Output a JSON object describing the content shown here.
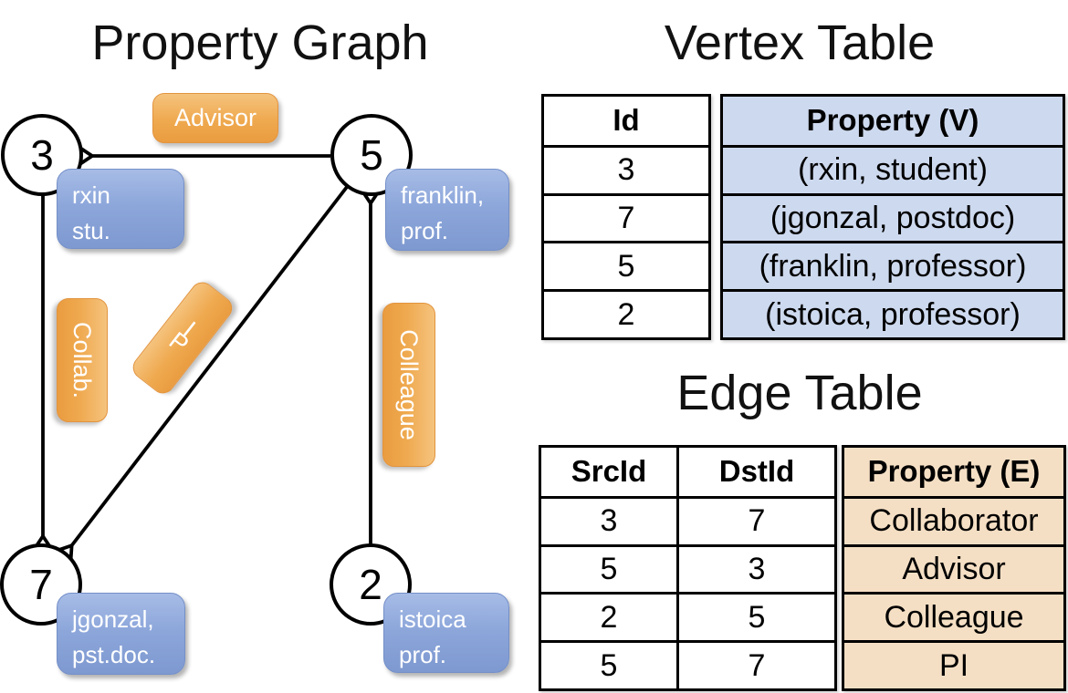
{
  "graph": {
    "title": "Property Graph",
    "nodes": [
      {
        "id": "3",
        "line1": "rxin",
        "line2": "stu."
      },
      {
        "id": "5",
        "line1": "franklin,",
        "line2": "prof."
      },
      {
        "id": "7",
        "line1": "jgonzal,",
        "line2": "pst.doc."
      },
      {
        "id": "2",
        "line1": "istoica",
        "line2": "prof."
      }
    ],
    "edge_labels": {
      "advisor": "Advisor",
      "collab": "Collab.",
      "colleague": "Colleague",
      "pi_letters": [
        "P",
        "I"
      ]
    }
  },
  "vertex_table": {
    "title": "Vertex Table",
    "id_header": "Id",
    "property_header": "Property (V)",
    "rows": [
      {
        "id": "3",
        "property": "(rxin, student)"
      },
      {
        "id": "7",
        "property": "(jgonzal, postdoc)"
      },
      {
        "id": "5",
        "property": "(franklin, professor)"
      },
      {
        "id": "2",
        "property": "(istoica, professor)"
      }
    ]
  },
  "edge_table": {
    "title": "Edge Table",
    "src_header": "SrcId",
    "dst_header": "DstId",
    "property_header": "Property (E)",
    "rows": [
      {
        "src": "3",
        "dst": "7",
        "property": "Collaborator"
      },
      {
        "src": "5",
        "dst": "3",
        "property": "Advisor"
      },
      {
        "src": "2",
        "dst": "5",
        "property": "Colleague"
      },
      {
        "src": "5",
        "dst": "7",
        "property": "PI"
      }
    ]
  },
  "colors": {
    "edge_label_orange": "#eda446",
    "node_box_blue": "#8aa5da",
    "vertex_property_bg": "#cdd9ee",
    "edge_property_bg": "#f5dfc4",
    "line_black": "#000000"
  }
}
